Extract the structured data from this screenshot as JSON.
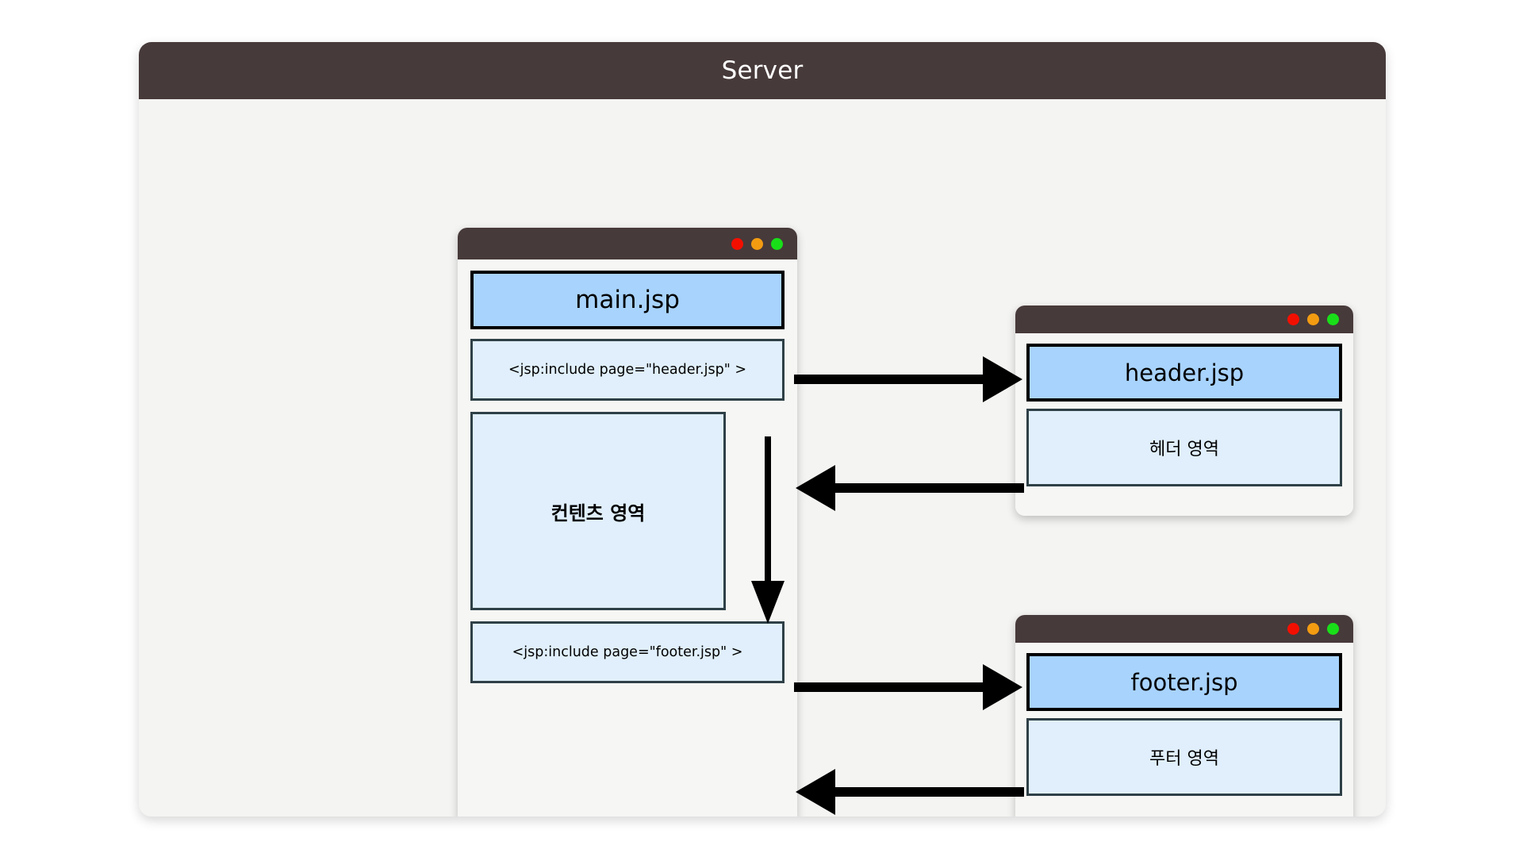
{
  "diagram": {
    "title": "Server",
    "container": {
      "header_bg": "#473a3a",
      "body_bg": "#f4f4f2",
      "title_color": "#ffffff"
    },
    "palette": {
      "titlebar": "#473a3a",
      "title_box_fill": "#a8d3fd",
      "title_box_border": "#000000",
      "content_box_fill": "#e0effb",
      "content_box_border": "#2f4047",
      "arrow": "#000000",
      "dot_red": "#f30f00",
      "dot_yellow": "#f39c12",
      "dot_green": "#19df19"
    },
    "windows": [
      {
        "id": "main",
        "title_box": "main.jsp",
        "rows": [
          {
            "kind": "code",
            "text": "<jsp:include page=\"header.jsp\" >"
          },
          {
            "kind": "area",
            "text": "컨텐츠 영역"
          },
          {
            "kind": "code",
            "text": "<jsp:include page=\"footer.jsp\" >"
          }
        ],
        "dots": [
          "red",
          "yellow",
          "green"
        ]
      },
      {
        "id": "header",
        "title_box": "header.jsp",
        "rows": [
          {
            "kind": "area",
            "text": "헤더 영역"
          }
        ],
        "dots": [
          "red",
          "yellow",
          "green"
        ]
      },
      {
        "id": "footer",
        "title_box": "footer.jsp",
        "rows": [
          {
            "kind": "area",
            "text": "푸터 영역"
          }
        ],
        "dots": [
          "red",
          "yellow",
          "green"
        ]
      }
    ],
    "arrows": [
      {
        "id": "main-to-header",
        "from": "main",
        "to": "header",
        "direction": "right",
        "label": ""
      },
      {
        "id": "header-to-main",
        "from": "header",
        "to": "main",
        "direction": "left",
        "label": ""
      },
      {
        "id": "main-to-footer",
        "from": "main",
        "to": "footer",
        "direction": "right",
        "label": ""
      },
      {
        "id": "footer-to-main",
        "from": "footer",
        "to": "main",
        "direction": "left",
        "label": ""
      },
      {
        "id": "flow-down",
        "from": "main",
        "to": "main",
        "direction": "down",
        "label": ""
      }
    ]
  }
}
